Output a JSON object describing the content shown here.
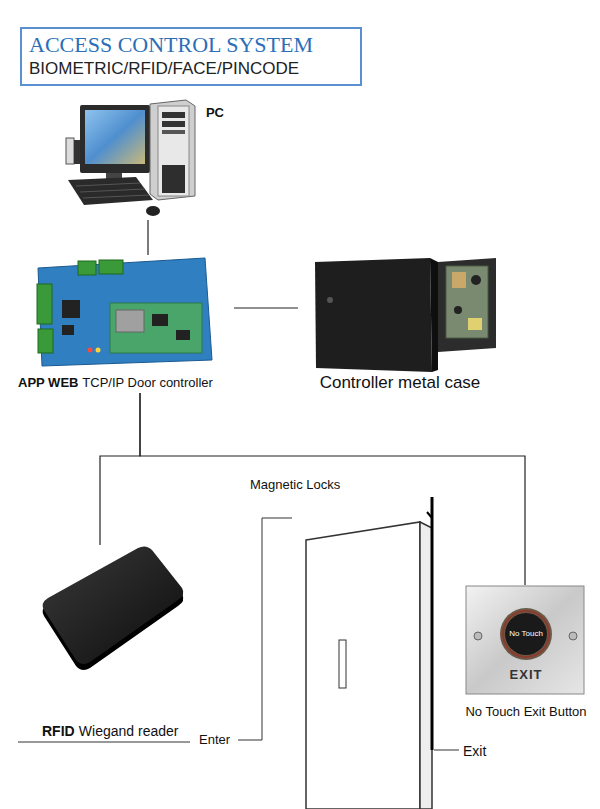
{
  "diagram": {
    "title": "ACCESS CONTROL SYSTEM",
    "nodes": [
      {
        "text": [
          "PC"
        ]
      },
      {
        "text": [
          "APP WEB",
          "TCP/IP Door controller"
        ]
      },
      {
        "text": [
          "Controller metal case"
        ]
      },
      {
        "text": [
          "RFID",
          "Wiegand reader"
        ]
      },
      {
        "text": [
          "No Touch",
          "EXIT",
          "No Touch Exit Button"
        ]
      }
    ],
    "edges": [
      {
        "from": 0,
        "to": 1,
        "arrow": "none"
      },
      {
        "from": 1,
        "to": 2,
        "arrow": "none"
      },
      {
        "from": 1,
        "to": 3,
        "arrow": "none"
      },
      {
        "from": 1,
        "to": 4,
        "arrow": "none"
      }
    ],
    "labels": [
      "BIOMETRIC/RFID/FACE/PINCODE",
      "Magnetic Locks",
      "Enter",
      "Exit"
    ]
  }
}
